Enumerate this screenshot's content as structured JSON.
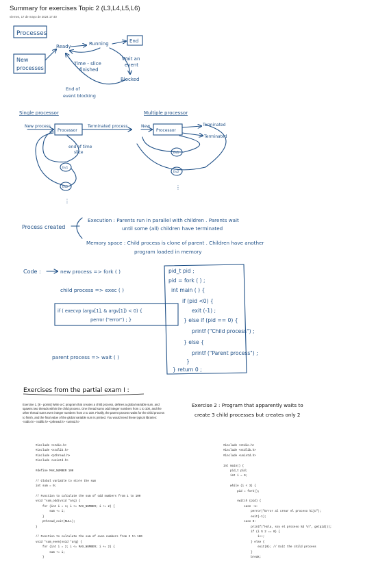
{
  "page": {
    "title": "Summary for exercises Topic 2 (L3,L4,L5,L6)",
    "date": "viernes, 17 de mayo de 2024     17:40"
  },
  "ink": {
    "processes": "Processes",
    "ready": "Ready",
    "running": "Running",
    "end": "End",
    "new_processes_1": "New",
    "new_processes_2": "processes",
    "time_slice_1": "Time - slice",
    "time_slice_2": "finished",
    "wait_event_1": "Wait an",
    "wait_event_2": "event",
    "blocked": "Blocked",
    "end_blocking_1": "End of",
    "end_blocking_2": "event blocking",
    "single_processor": "Single processor",
    "multiple_processor": "Multiple processor",
    "new_process": "New process",
    "processor": "Processor",
    "terminated_process": "Terminated process",
    "end_time_slice_1": "end of time",
    "end_time_slice_2": "slice",
    "ev1": "Ev1",
    "ev2": "Ev2",
    "new": "New",
    "terminated": "Terminated",
    "process_created": "Process created",
    "execution_1": "Execution : Parents run in parallel with children . Parents wait",
    "execution_2": "until some (all) children have terminated",
    "memory_1": "Memory space : Child process  is clone of parent . Children have another",
    "memory_2": "program loaded in memory",
    "code_label": "Code :",
    "bullet_new": "new process  =>  fork ( )",
    "bullet_child": "child process  =>  exec ( )",
    "exec_1": "if ( execvp (argv[1], & argv[1]) < 0) {",
    "exec_2": "perror (\"error\") ; }",
    "bullet_parent": "parent process  =>  wait ( )",
    "box_lines": [
      "pid_t pid ;",
      "pid = fork ( ) ;",
      "int main ( )  {",
      "if  (pid <0)  {",
      "exit (-1) ;",
      "} else if  (pid == 0)  {",
      "printf (\"Child process\") ;",
      "} else {",
      "printf (\"Parent process\") ;",
      "}",
      "} return 0 ;"
    ],
    "exercises_heading": "Exercises from the partial exam I :",
    "exercise2_1": "Exercise 2 :  Program that apparently waits to",
    "exercise2_2": "create  3 child processes  but creates only 2"
  },
  "exercise1": "Exercise 1. [8 - points] Write a C program that creates a child process, defines a global variable sum, and spawns two threads within the child process. One thread sums odd integer numbers from 1 to 100, and the other thread sums even integer numbers from 2 to 100. Finally, the parent process waits for the child process to finish, and the final value of the global variable sum is printed. You would need these typical libraries: <stdio.h> <stdlib.h> <pthread.h> <unistd.h>",
  "code_left": "#include <stdio.h>\n#include <stdlib.h>\n#include <pthread.h>\n#include <unistd.h>\n\n#define MAX_NUMBER 100\n\n// Global variable to store the sum\nint sum = 0;\n\n// Function to calculate the sum of odd numbers from 1 to 100\nvoid *sum_odd(void *arg) {\n    for (int i = 1; i <= MAX_NUMBER; i += 2) {\n        sum += i;\n    }\n    pthread_exit(NULL);\n}\n\n// Function to calculate the sum of even numbers from 2 to 100\nvoid *sum_even(void *arg) {\n    for (int i = 2; i <= MAX_NUMBER; i += 2) {\n        sum += i;\n    }",
  "code_right": "#include <stdio.h>\n#include <stdlib.h>\n#include <unistd.h>\n\nint main() {\n    pid_t pid;\n    int i = 0;\n\n    while (i < 3) {\n        pid = fork();\n\n        switch (pid) {\n            case -1:\n                perror(\"Error al crear el proceso hijo\");\n                exit(-1);\n            case 0:\n                printf(\"Hola, soy el proceso %d \\n\", getpid());\n                if (i % 2 == 0) {\n                    i++;\n                } else {\n                    exit(0); // Exit the child process\n                }\n                break;"
}
